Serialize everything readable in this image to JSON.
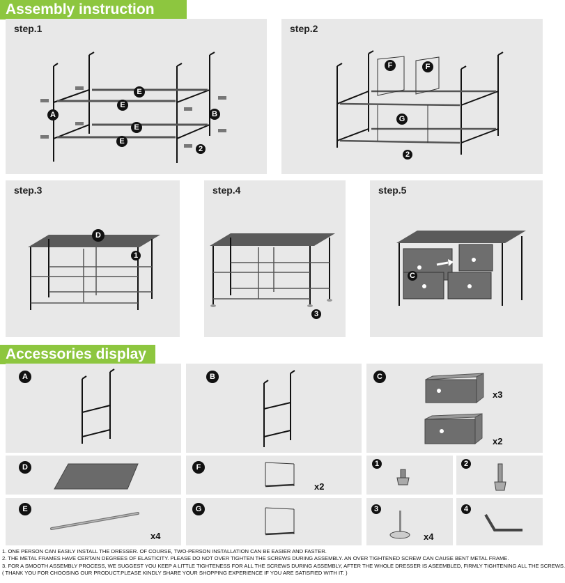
{
  "headers": {
    "assembly": "Assembly instruction",
    "accessories": "Accessories display"
  },
  "steps": {
    "s1": "step.1",
    "s2": "step.2",
    "s3": "step.3",
    "s4": "step.4",
    "s5": "step.5"
  },
  "labels": {
    "A": "A",
    "B": "B",
    "C": "C",
    "D": "D",
    "E": "E",
    "F": "F",
    "G": "G",
    "n1": "1",
    "n2": "2",
    "n3": "3",
    "n4": "4"
  },
  "quantities": {
    "c_top": "x3",
    "c_bottom": "x2",
    "f": "x2",
    "e": "x4",
    "n3": "x4"
  },
  "notes": [
    "1. ONE PERSON CAN EASILY INSTALL THE DRESSER. OF COURSE, TWO-PERSON INSTALLATION CAN BE EASIER AND FASTER.",
    "2. THE METAL FRAMES HAVE CERTAIN DEGREES OF ELASTICITY. PLEASE DO NOT OVER TIGHTEN THE SCREWS DURING ASSEMBLY. AN OVER TIGHTENED SCREW CAN CAUSE BENT METAL FRAME.",
    "3. FOR A SMOOTH ASSEMBLY PROCESS, WE SUGGEST YOU KEEP A LITTLE TIGHTENESS FOR ALL THE SCREWS DURING ASSEMBLY, AFTER THE WHOLE DRESSER IS ASEEMBLED, FIRMLY TIGHTENING ALL THE SCREWS.",
    "( THANK YOU FOR CHOOSING OUR PRODUCT.PLEASE KINDLY SHARE YOUR SHOPPING EXPERIENCE IF YOU ARE SATISFIED WITH IT. )"
  ],
  "colors": {
    "banner": "#8dc63f",
    "panel": "#e8e8e8",
    "drawer": "#6e6e6e",
    "top_board": "#5a5a5a"
  }
}
